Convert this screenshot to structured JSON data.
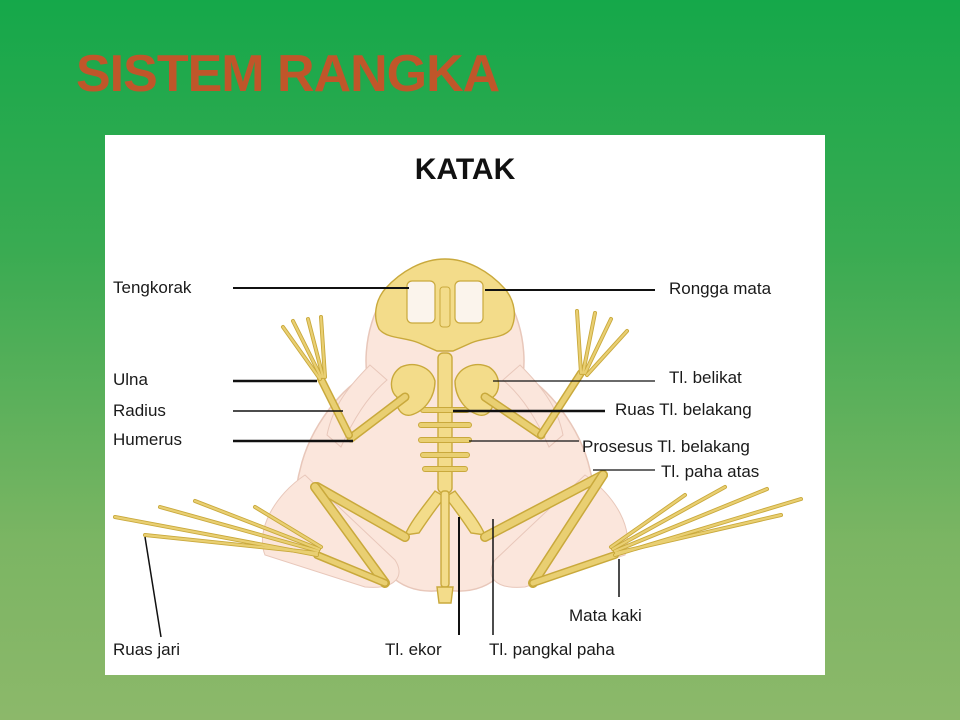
{
  "slide": {
    "title": "SISTEM RANGKA"
  },
  "diagram": {
    "title": "KATAK",
    "labels": {
      "tengkorak": "Tengkorak",
      "rongga_mata": "Rongga mata",
      "ulna": "Ulna",
      "radius": "Radius",
      "humerus": "Humerus",
      "tl_belikat": "Tl. belikat",
      "ruas_tl_belakang": "Ruas Tl. belakang",
      "prosesus_tl_belakang": "Prosesus Tl. belakang",
      "tl_paha_atas": "Tl. paha atas",
      "mata_kaki": "Mata kaki",
      "ruas_jari": "Ruas jari",
      "tl_ekor": "Tl. ekor",
      "tl_pangkal_paha": "Tl. pangkal paha"
    }
  },
  "colors": {
    "background_top": "#15a84a",
    "background_bottom": "#8cb86a",
    "title": "#c0562a",
    "bone": "#f3dc8a",
    "body_skin": "#fbe6dc"
  }
}
